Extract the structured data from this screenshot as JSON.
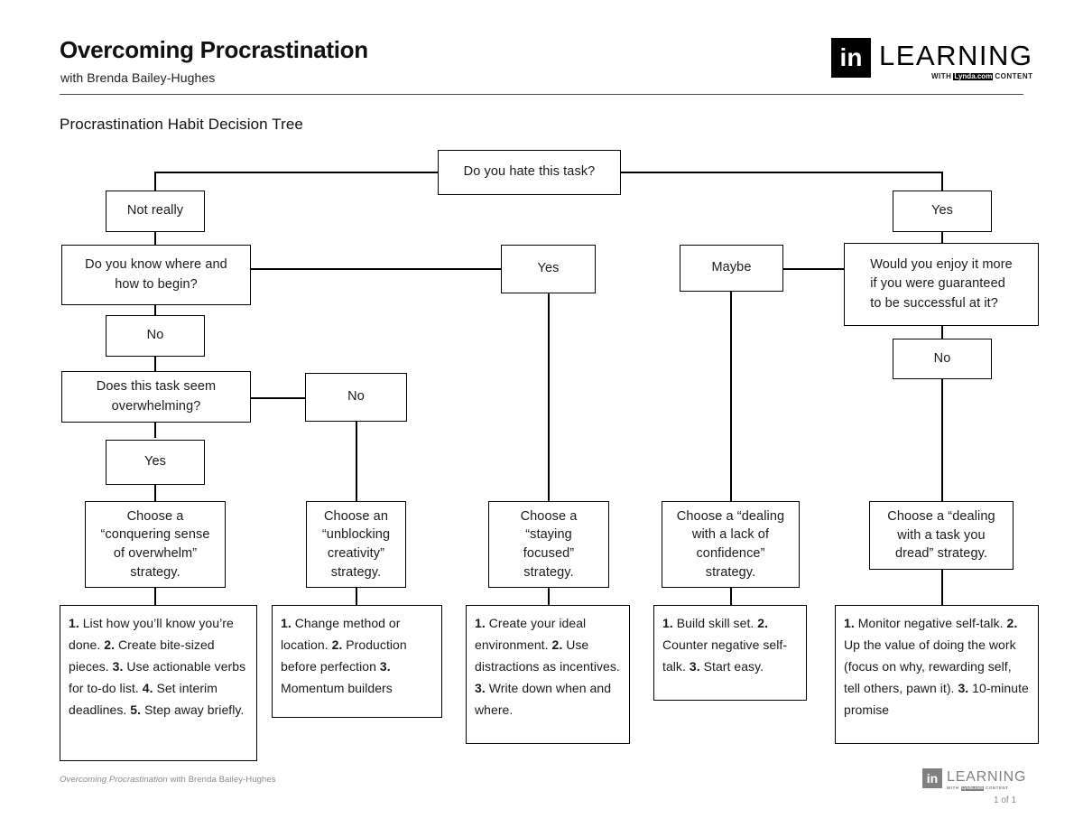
{
  "header": {
    "title": "Overcoming Procrastination",
    "subtitle": "with Brenda Bailey-Hughes",
    "section_title": "Procrastination Habit Decision Tree",
    "logo": {
      "mark": "in",
      "word": "LEARNING",
      "sub_pre": "WITH",
      "sub_brand": "Lynda.com",
      "sub_post": "CONTENT"
    }
  },
  "footer": {
    "course_italic": "Overcoming Procrastination",
    "course_rest": " with Brenda Bailey-Hughes",
    "page": "1 of 1",
    "logo": {
      "mark": "in",
      "word": "LEARNING",
      "sub_pre": "WITH",
      "sub_brand": "Lynda.com",
      "sub_post": "CONTENT"
    }
  },
  "chart_data": {
    "type": "diagram",
    "title": "Procrastination Habit Decision Tree",
    "nodes": [
      {
        "id": "root",
        "label": "Do you hate this task?"
      },
      {
        "id": "not-really",
        "label": "Not really"
      },
      {
        "id": "yes-top",
        "label": "Yes"
      },
      {
        "id": "know-begin",
        "label": "Do you know where and how to begin?"
      },
      {
        "id": "yes-mid",
        "label": "Yes"
      },
      {
        "id": "maybe",
        "label": "Maybe"
      },
      {
        "id": "enjoy-more",
        "label": "Would you enjoy it more if you were guaranteed to be successful at it?"
      },
      {
        "id": "no-left",
        "label": "No"
      },
      {
        "id": "no-right",
        "label": "No"
      },
      {
        "id": "overwhelm",
        "label": "Does this task seem overwhelming?"
      },
      {
        "id": "no-unblock",
        "label": "No"
      },
      {
        "id": "yes-left",
        "label": "Yes"
      },
      {
        "id": "strat-1",
        "label": "Choose a “conquering sense of overwhelm” strategy."
      },
      {
        "id": "strat-2",
        "label": "Choose an “unblocking creativity” strategy."
      },
      {
        "id": "strat-3",
        "label": "Choose a “staying focused” strategy."
      },
      {
        "id": "strat-4",
        "label": "Choose a “dealing with a lack of confidence” strategy."
      },
      {
        "id": "strat-5",
        "label": "Choose a “dealing with a task you dread” strategy."
      }
    ],
    "edges": [
      {
        "from": "root",
        "to": "not-really"
      },
      {
        "from": "root",
        "to": "yes-top"
      },
      {
        "from": "not-really",
        "to": "know-begin"
      },
      {
        "from": "know-begin",
        "to": "yes-mid"
      },
      {
        "from": "know-begin",
        "to": "no-left"
      },
      {
        "from": "yes-top",
        "to": "enjoy-more"
      },
      {
        "from": "maybe",
        "to": "enjoy-more"
      },
      {
        "from": "enjoy-more",
        "to": "no-right"
      },
      {
        "from": "no-left",
        "to": "overwhelm"
      },
      {
        "from": "overwhelm",
        "to": "no-unblock"
      },
      {
        "from": "overwhelm",
        "to": "yes-left"
      },
      {
        "from": "yes-left",
        "to": "strat-1"
      },
      {
        "from": "no-unblock",
        "to": "strat-2"
      },
      {
        "from": "yes-mid",
        "to": "strat-3"
      },
      {
        "from": "maybe",
        "to": "strat-4"
      },
      {
        "from": "no-right",
        "to": "strat-5"
      },
      {
        "from": "strat-1",
        "to": "list-1"
      },
      {
        "from": "strat-2",
        "to": "list-2"
      },
      {
        "from": "strat-3",
        "to": "list-3"
      },
      {
        "from": "strat-4",
        "to": "list-4"
      },
      {
        "from": "strat-5",
        "to": "list-5"
      }
    ]
  },
  "nodes": {
    "root": "Do you hate this task?",
    "not_really": "Not really",
    "yes_top": "Yes",
    "know_begin_l1": "Do you know where and",
    "know_begin_l2": "how to begin?",
    "yes_mid": "Yes",
    "maybe": "Maybe",
    "enjoy_l1": "Would you enjoy it more",
    "enjoy_l2": "if you were guaranteed",
    "enjoy_l3": "to be successful at it?",
    "no_left": "No",
    "no_right": "No",
    "overwhelm_l1": "Does this task seem",
    "overwhelm_l2": "overwhelming?",
    "no_unblock": "No",
    "yes_left": "Yes",
    "strat1_l1": "Choose a",
    "strat1_l2": "“conquering sense",
    "strat1_l3": "of overwhelm”",
    "strat1_l4": "strategy.",
    "strat2_l1": "Choose an",
    "strat2_l2": "“unblocking",
    "strat2_l3": "creativity”",
    "strat2_l4": "strategy.",
    "strat3_l1": "Choose a",
    "strat3_l2": "“staying",
    "strat3_l3": "focused”",
    "strat3_l4": "strategy.",
    "strat4_l1": "Choose a “dealing",
    "strat4_l2": "with a lack of",
    "strat4_l3": "confidence”",
    "strat4_l4": "strategy.",
    "strat5_l1": "Choose a “dealing",
    "strat5_l2": "with a task you",
    "strat5_l3": "dread” strategy."
  },
  "lists": {
    "list1": [
      {
        "n": "1.",
        "t": " List how you’ll know you’re done."
      },
      {
        "n": "2.",
        "t": " Create bite-sized pieces."
      },
      {
        "n": "3.",
        "t": " Use actionable verbs for to-do list."
      },
      {
        "n": "4.",
        "t": " Set interim deadlines."
      },
      {
        "n": "5.",
        "t": " Step away briefly."
      }
    ],
    "list2": [
      {
        "n": "1.",
        "t": " Change method or location."
      },
      {
        "n": "2.",
        "t": " Production before perfection"
      },
      {
        "n": "3.",
        "t": " Momentum builders"
      }
    ],
    "list3": [
      {
        "n": "1.",
        "t": " Create your ideal environment."
      },
      {
        "n": "2.",
        "t": " Use distractions as incentives."
      },
      {
        "n": "3.",
        "t": " Write down when and where."
      }
    ],
    "list4": [
      {
        "n": "1.",
        "t": " Build skill set."
      },
      {
        "n": "2.",
        "t": " Counter negative self-talk."
      },
      {
        "n": "3.",
        "t": " Start easy."
      }
    ],
    "list5": [
      {
        "n": "1.",
        "t": " Monitor negative self-talk."
      },
      {
        "n": "2.",
        "t": " Up the value of doing the work (focus on why, rewarding self, tell others, pawn it)."
      },
      {
        "n": "3.",
        "t": " 10-minute promise"
      }
    ]
  },
  "colors": {
    "ink": "#000000",
    "text": "#1a1a1a",
    "muted": "#8a8a8a",
    "rule": "#4a4a4a"
  }
}
